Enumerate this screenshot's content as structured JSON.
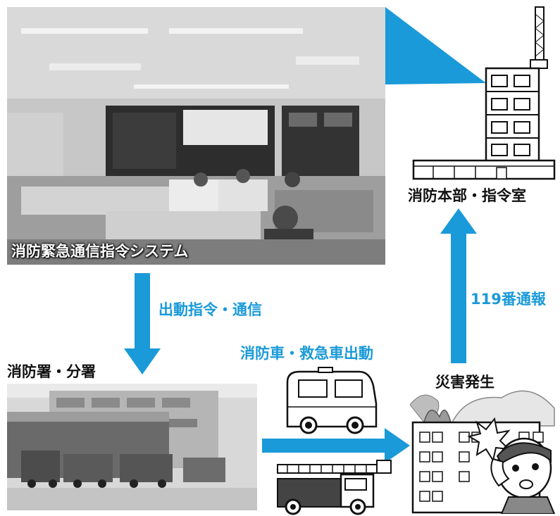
{
  "labels": {
    "command_system": "消防緊急通信指令システム",
    "hq": "消防本部・指令室",
    "dispatch": "出動指令・通信",
    "call": "119番通報",
    "station": "消防署・分署",
    "vehicles": "消防車・救急車出動",
    "disaster": "災害発生"
  },
  "colors": {
    "arrow": "#1a9ad8",
    "text_blue": "#1a9ad8",
    "text_black": "#111111"
  }
}
